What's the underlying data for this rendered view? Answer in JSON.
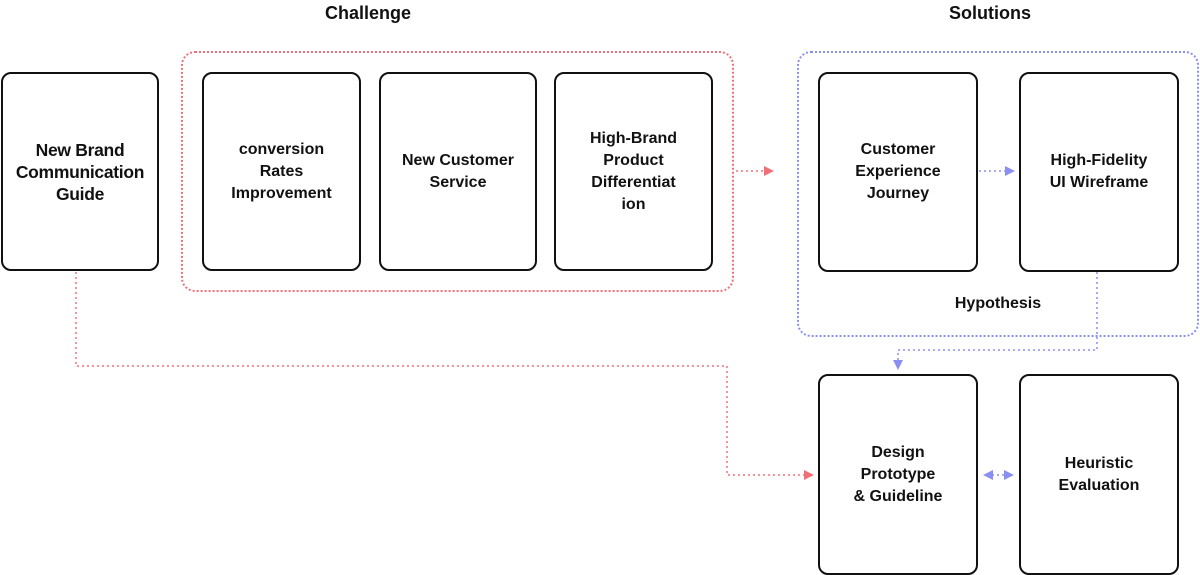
{
  "headings": {
    "challenge": "Challenge",
    "solutions": "Solutions"
  },
  "nodes": {
    "brand_guide": "New Brand\nCommunication\nGuide",
    "conversion": "conversion\nRates\nImprovement",
    "customer_service": "New Customer\nService",
    "brand_product": "High-Brand\nProduct\nDifferentiat\nion",
    "journey": "Customer\nExperience\nJourney",
    "wireframe": "High-Fidelity\nUI Wireframe",
    "prototype": "Design\nPrototype\n& Guideline",
    "heuristic": "Heuristic\nEvaluation"
  },
  "groups": {
    "hypothesis": "Hypothesis"
  },
  "colors": {
    "challenge_accent": "#f0707a",
    "solution_accent": "#8b8ff0",
    "node_border": "#111111"
  }
}
